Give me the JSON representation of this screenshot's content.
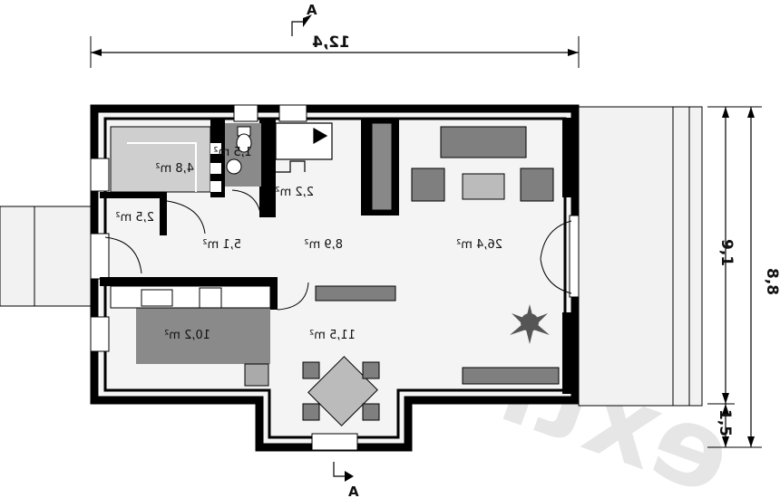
{
  "watermark": "extradom",
  "section_marks": {
    "top": "A",
    "bottom": "A"
  },
  "dimensions": {
    "width": "12,4",
    "depth_main": "9,1",
    "depth_total": "8,8",
    "offset": "1,5"
  },
  "rooms": [
    {
      "key": "stairs",
      "label": "4,8 m²"
    },
    {
      "key": "wc",
      "label": "1,5 m²"
    },
    {
      "key": "storage",
      "label": "2,2 m²"
    },
    {
      "key": "vestibule",
      "label": "2,5 m²"
    },
    {
      "key": "hall",
      "label": "5,1 m²"
    },
    {
      "key": "corridor",
      "label": "8,9 m²"
    },
    {
      "key": "living",
      "label": "26,4 m²"
    },
    {
      "key": "kitchen",
      "label": "10,2 m²"
    },
    {
      "key": "dining",
      "label": "11,5 m²"
    }
  ],
  "colors": {
    "wall": "#000000",
    "floor": "#f0f0f0",
    "stairs_fill": "#cfcfcf",
    "tile": "#7a7a7a",
    "furniture": "#7a7a7a"
  }
}
